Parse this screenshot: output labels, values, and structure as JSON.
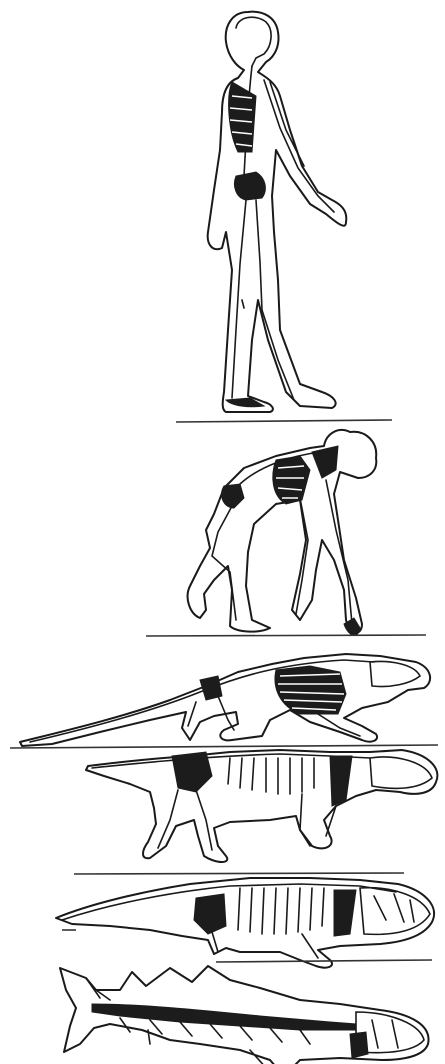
{
  "figure": {
    "rows": [
      "human",
      "ape",
      "early-mammal",
      "synapsid-reptile",
      "early-tetrapod",
      "lobe-finned-fish"
    ],
    "scale_mark": "—",
    "colors": {
      "outline": "#1a1a1a",
      "fill": "#ffffff",
      "skeleton_dark": "#1c1c1c",
      "ground": "#333333"
    }
  }
}
